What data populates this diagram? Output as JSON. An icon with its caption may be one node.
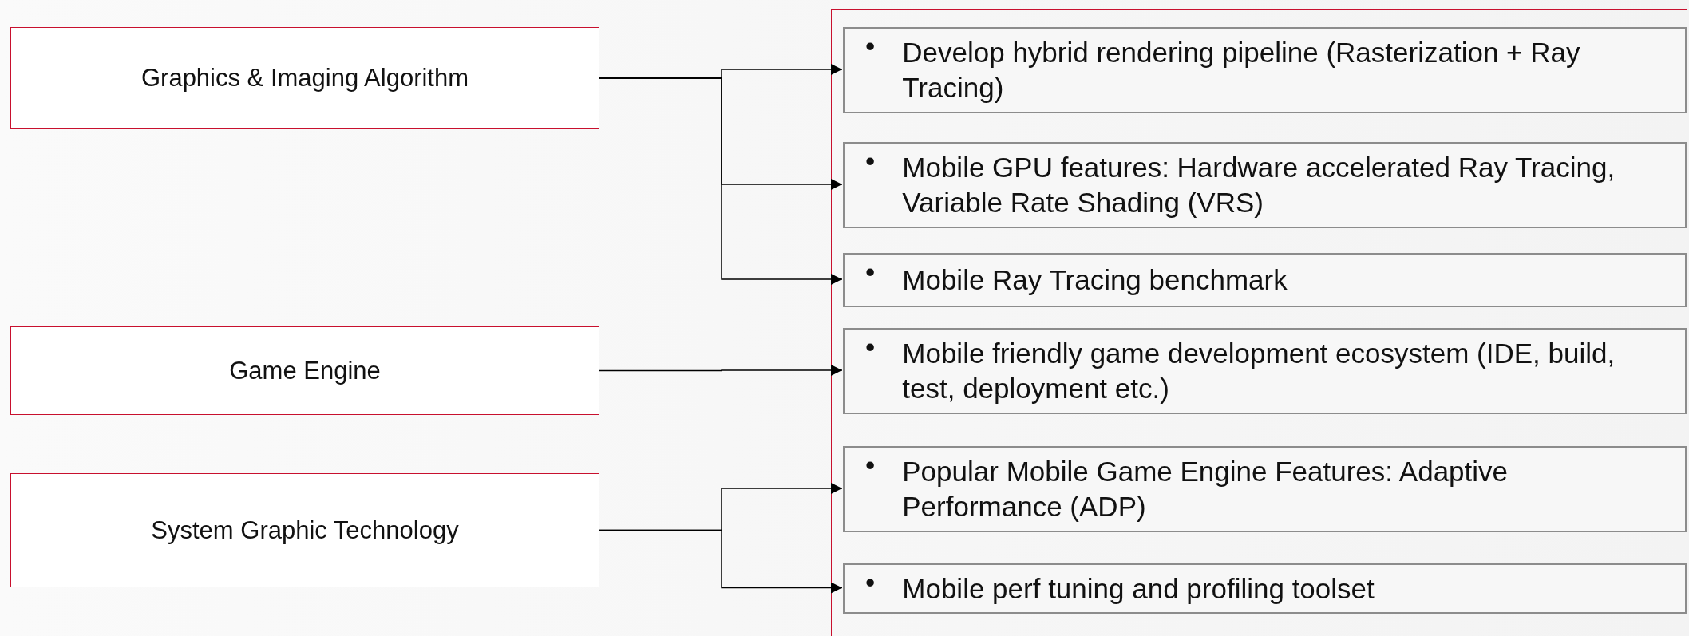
{
  "diagram": {
    "nodes": [
      {
        "text": [
          "Graphics & Imaging Algorithm"
        ]
      },
      {
        "text": [
          "Game Engine"
        ]
      },
      {
        "text": [
          "System Graphic Technology"
        ]
      },
      {
        "text": [],
        "shape": "box"
      },
      {
        "text": [
          "•",
          "Develop hybrid rendering pipeline (Rasterization + Ray Tracing)"
        ],
        "in": 3
      },
      {
        "text": [
          "•",
          "Mobile GPU features:  Hardware accelerated Ray Tracing, Variable Rate Shading (VRS)"
        ],
        "in": 3
      },
      {
        "text": [
          "•",
          "Mobile Ray Tracing benchmark"
        ],
        "in": 3
      },
      {
        "text": [
          "•",
          "Mobile friendly game development ecosystem (IDE, build, test, deployment etc.)"
        ],
        "in": 3
      },
      {
        "text": [
          "•",
          "Popular Mobile Game Engine Features: Adaptive Performance (ADP)"
        ],
        "in": 3
      },
      {
        "text": [
          "•",
          "Mobile perf tuning and profiling toolset"
        ],
        "in": 3
      }
    ],
    "edges": [
      {
        "from": 0,
        "to": 4,
        "arrow": "to"
      },
      {
        "from": 0,
        "to": 5,
        "arrow": "to"
      },
      {
        "from": 0,
        "to": 6,
        "arrow": "to"
      },
      {
        "from": 1,
        "to": 7,
        "arrow": "to"
      },
      {
        "from": 2,
        "to": 8,
        "arrow": "to"
      },
      {
        "from": 2,
        "to": 9,
        "arrow": "to"
      }
    ]
  }
}
